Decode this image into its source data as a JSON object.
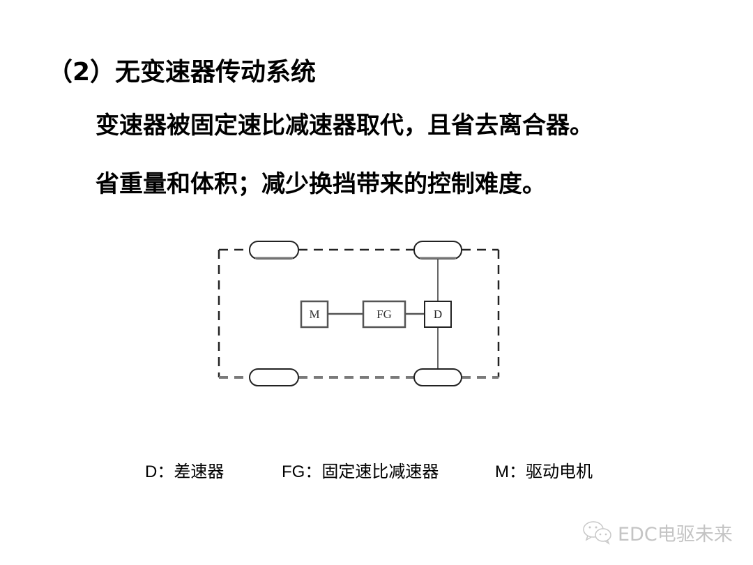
{
  "slide": {
    "title": "（2）无变速器传动系统",
    "body_lines": [
      "变速器被固定速比减速器取代，且省去离合器。",
      "省重量和体积；减少换挡带来的控制难度。"
    ]
  },
  "diagram": {
    "boxes": [
      {
        "id": "M",
        "label": "M"
      },
      {
        "id": "FG",
        "label": "FG"
      },
      {
        "id": "D",
        "label": "D"
      }
    ],
    "wheels": [
      "front-left",
      "front-right",
      "rear-left",
      "rear-right"
    ]
  },
  "legend": [
    {
      "key": "D：",
      "desc": "差速器"
    },
    {
      "key": "FG：",
      "desc": "固定速比减速器"
    },
    {
      "key": "M：",
      "desc": "驱动电机"
    }
  ],
  "watermark": {
    "icon": "wechat-icon",
    "text": "EDC电驱未来"
  }
}
